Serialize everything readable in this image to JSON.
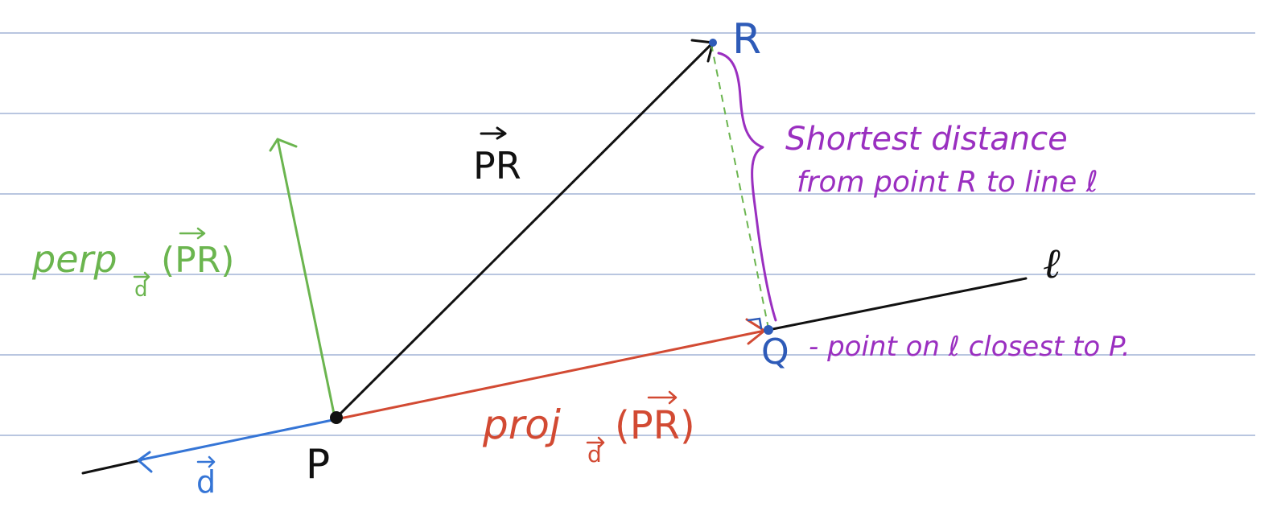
{
  "colors": {
    "rule_line": "#b9c6e0",
    "black": "#111111",
    "green": "#6bb54f",
    "red": "#d24a33",
    "blue": "#3575d6",
    "purple": "#9a2fc0",
    "point_blue": "#2e5bb8"
  },
  "diagram": {
    "point_r": "R",
    "point_p": "P",
    "point_q": "Q",
    "line_label": "ℓ",
    "vector_pr_label": "PR",
    "perp_label": {
      "prefix": "perp",
      "sub": "d",
      "arg": "(PR)"
    },
    "proj_label": {
      "prefix": "proj",
      "sub": "d",
      "arg": "(PR)"
    },
    "direction_label": "d",
    "note_distance_line1": "Shortest distance",
    "note_distance_line2": "from point R to line ℓ",
    "note_q": "- point on ℓ closest to P."
  }
}
